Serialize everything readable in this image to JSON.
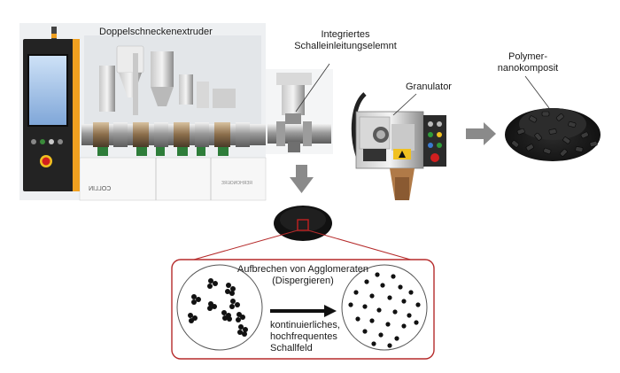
{
  "labels": {
    "extruder": "Doppelschneckenextruder",
    "sonotrode_line1": "Integriertes",
    "sonotrode_line2": "Schalleinleitungselemnt",
    "granulator": "Granulator",
    "product_line1": "Polymer-",
    "product_line2": "nanokomposit",
    "process_line1": "Aufbrechen von Agglomeraten",
    "process_line2": "(Dispergieren)",
    "field_line1": "kontinuierliches,",
    "field_line2": "hochfrequentes",
    "field_line3": "Schallfeld",
    "machine_brand": "COLLIN",
    "machine_brand_2": "ЗЯ∃ОИОНЯЗЯ"
  },
  "colors": {
    "accent_red": "#b52a2a",
    "arrow_gray": "#8a8a8a",
    "machine_orange": "#f0a020",
    "pellet_dark": "#1c1c1c"
  }
}
